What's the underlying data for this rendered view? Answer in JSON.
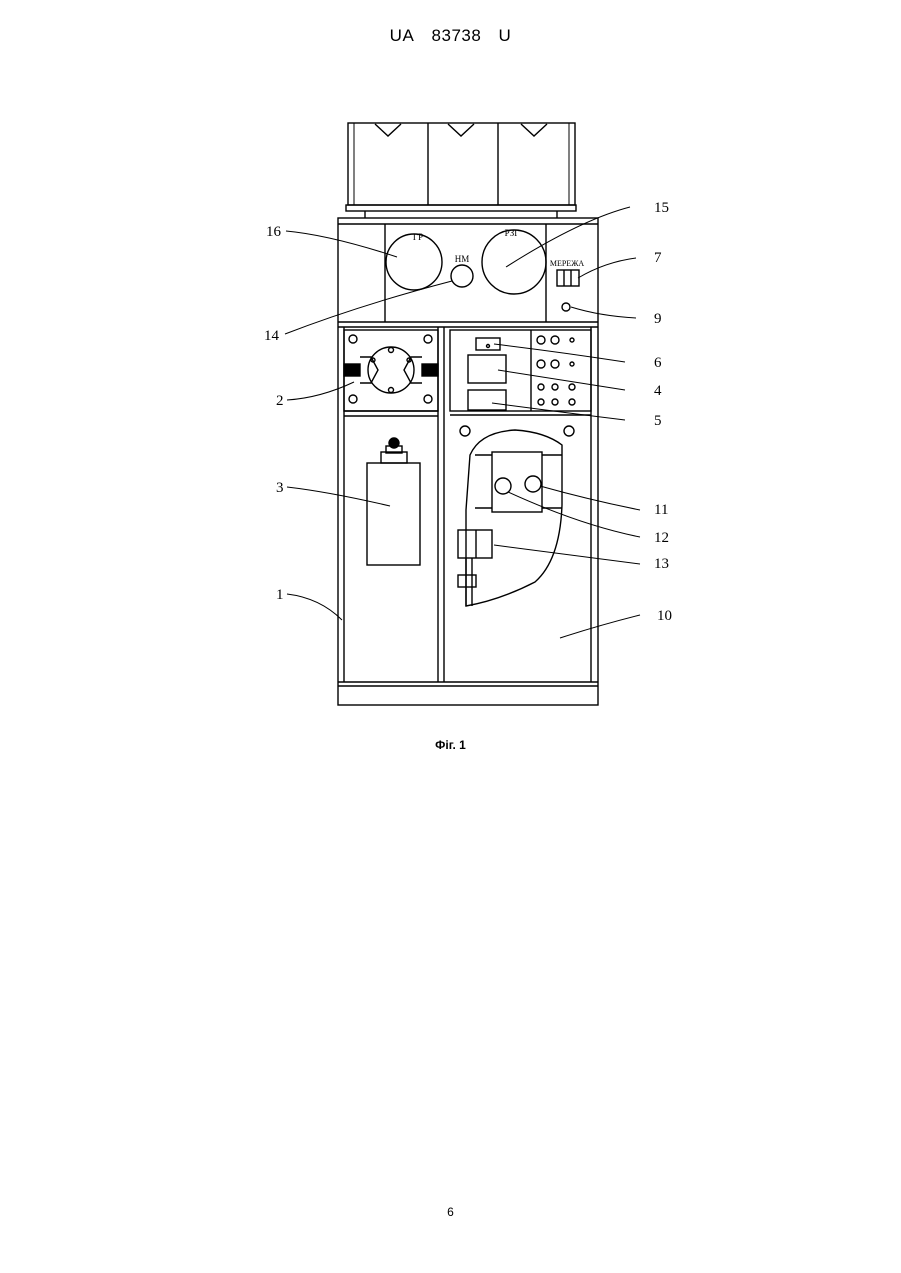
{
  "header": {
    "office": "UA",
    "number": "83738",
    "kind": "U"
  },
  "figure": {
    "gauges": {
      "left": "ГР",
      "center": "НМ",
      "right": "РЗГ"
    },
    "network_label": "МЕРЕЖА",
    "reference_numbers": [
      "1",
      "2",
      "3",
      "4",
      "5",
      "6",
      "7",
      "9",
      "10",
      "11",
      "12",
      "13",
      "14",
      "15",
      "16"
    ]
  },
  "caption": "Фіг. 1",
  "page_number": "6"
}
